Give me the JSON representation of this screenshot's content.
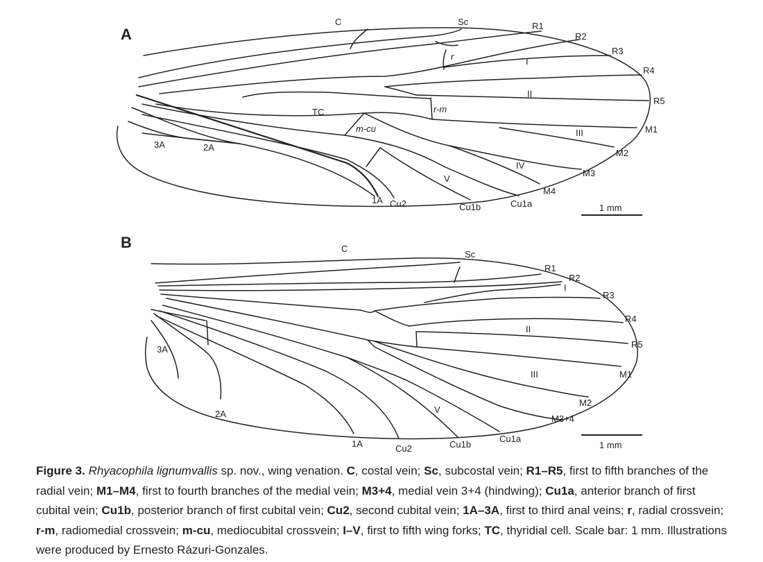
{
  "figure": {
    "panels": [
      {
        "id": "A",
        "labels": {
          "C": "C",
          "Sc": "Sc",
          "R1": "R1",
          "R2": "R2",
          "R3": "R3",
          "R4": "R4",
          "R5": "R5",
          "r": "r",
          "I": "I",
          "II": "II",
          "rm": "r-m",
          "TC": "TC",
          "mcu": "m-cu",
          "M1": "M1",
          "III": "III",
          "M2": "M2",
          "IV": "IV",
          "M3": "M3",
          "M4": "M4",
          "V": "V",
          "3A": "3A",
          "2A": "2A",
          "1A": "1A",
          "Cu2": "Cu2",
          "Cu1b": "Cu1b",
          "Cu1a": "Cu1a"
        },
        "scale_bar": "1 mm"
      },
      {
        "id": "B",
        "labels": {
          "C": "C",
          "Sc": "Sc",
          "R1": "R1",
          "R2": "R2",
          "I": "I",
          "R3": "R3",
          "R4": "R4",
          "II": "II",
          "R5": "R5",
          "3A": "3A",
          "III": "III",
          "M1": "M1",
          "M2": "M2",
          "V": "V",
          "M34": "M3+4",
          "2A": "2A",
          "1A": "1A",
          "Cu2": "Cu2",
          "Cu1b": "Cu1b",
          "Cu1a": "Cu1a"
        },
        "scale_bar": "1 mm"
      }
    ]
  },
  "caption": {
    "label": "Figure 3.",
    "species": "Rhyacophila lignumvallis",
    "species_suffix": " sp. nov., wing venation. ",
    "terms": [
      {
        "abbr": "C",
        "desc": ", costal vein; "
      },
      {
        "abbr": "Sc",
        "desc": ", subcostal vein; "
      },
      {
        "abbr": "R1–R5",
        "desc": ", first to fifth branches of the radial vein; "
      },
      {
        "abbr": "M1–M4",
        "desc": ", first to fourth branches of the medial vein; "
      },
      {
        "abbr": "M3+4",
        "desc": ", medial vein 3+4 (hindwing); "
      },
      {
        "abbr": "Cu1a",
        "desc": ", anterior branch of first cubital vein; "
      },
      {
        "abbr": "Cu1b",
        "desc": ", posterior branch of first cubital vein; "
      },
      {
        "abbr": "Cu2",
        "desc": ", second cubital vein; "
      },
      {
        "abbr": "1A–3A",
        "desc": ", first to third anal veins; "
      },
      {
        "abbr": "r",
        "desc": ", radial crossvein; "
      },
      {
        "abbr": "r-m",
        "desc": ", radiomedial crossvein; "
      },
      {
        "abbr": "m-cu",
        "desc": ", mediocubital crossvein; "
      },
      {
        "abbr": "I–V",
        "desc": ", first to fifth wing forks; "
      },
      {
        "abbr": "TC",
        "desc": ", thyridial cell. "
      }
    ],
    "ending": "Scale bar: 1 mm. Illustrations were produced by Ernesto Rázuri-Gonzales."
  }
}
